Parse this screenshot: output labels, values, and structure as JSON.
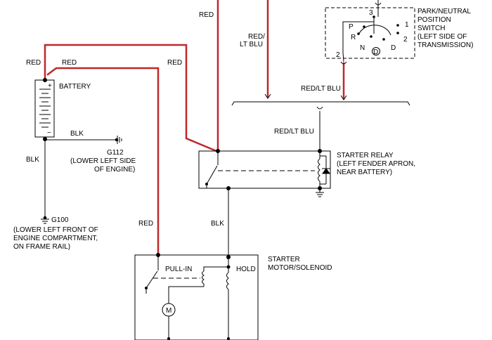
{
  "colors": {
    "red_wire": "#c0282a",
    "black_wire": "#000000",
    "background": "#ffffff"
  },
  "labels": {
    "red_top": "RED",
    "red_lt_blu_1": "RED/",
    "red_lt_blu_2": "LT BLU",
    "red_left": "RED",
    "red_battery": "RED",
    "red_mid": "RED",
    "red_lower": "RED",
    "battery": "BATTERY",
    "battery_plus": "+",
    "battery_minus": "−",
    "blk_ground": "BLK",
    "g112": "G112",
    "g112_loc_1": "(LOWER LEFT SIDE",
    "g112_loc_2": "OF ENGINE)",
    "blk_left": "BLK",
    "g100": "G100",
    "g100_loc_1": "(LOWER LEFT FRONT OF",
    "g100_loc_2": "ENGINE COMPARTMENT,",
    "g100_loc_3": "ON FRAME RAIL)",
    "red_lt_blu_bus": "RED/LT BLU",
    "red_lt_blu_relay": "RED/LT BLU",
    "starter_relay_1": "STARTER RELAY",
    "starter_relay_2": "(LEFT FENDER APRON,",
    "starter_relay_3": "NEAR BATTERY)",
    "blk_relay_out": "BLK",
    "starter_1": "STARTER",
    "starter_2": "MOTOR/SOLENOID",
    "pull_in": "PULL-IN",
    "hold": "HOLD",
    "motor": "M",
    "pns_1": "PARK/NEUTRAL",
    "pns_2": "POSITION",
    "pns_3": "SWITCH",
    "pns_4": "(LEFT SIDE OF",
    "pns_5": "TRANSMISSION)",
    "pin_3": "3",
    "pin_1": "1",
    "pin_2_right": "2",
    "pin_2_left": "2",
    "pos_p": "P",
    "pos_r": "R",
    "pos_n": "N",
    "pos_d_circled": "D",
    "pos_d": "D"
  }
}
